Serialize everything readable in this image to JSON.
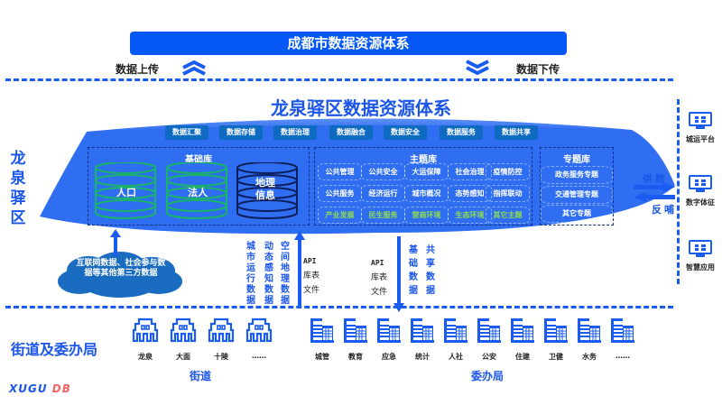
{
  "city": {
    "title": "成都市数据资源体系",
    "upload_label": "数据上传",
    "download_label": "数据下传"
  },
  "district": {
    "title": "龙泉驿区数据资源体系",
    "side_title": "龙泉驿区",
    "capabilities": [
      "数据汇聚",
      "数据存储",
      "数据治理",
      "数据融合",
      "数据安全",
      "数据服务",
      "数据共享"
    ],
    "base_library": {
      "title": "基础库",
      "items": [
        {
          "label": "人口",
          "color": "#19b36a"
        },
        {
          "label": "法人",
          "color": "#19b36a"
        },
        {
          "label": "地理信息",
          "color": "#0d1f5c"
        }
      ]
    },
    "topic_library": {
      "title": "主题库",
      "rows": [
        [
          {
            "label": "公共管理",
            "highlight": false
          },
          {
            "label": "公共安全",
            "highlight": false
          },
          {
            "label": "大运保障",
            "highlight": false
          },
          {
            "label": "社会治理",
            "highlight": false
          },
          {
            "label": "疫情防控",
            "highlight": false
          }
        ],
        [
          {
            "label": "公共服务",
            "highlight": false
          },
          {
            "label": "经济运行",
            "highlight": false
          },
          {
            "label": "城市概况",
            "highlight": false
          },
          {
            "label": "态势感知",
            "highlight": false
          },
          {
            "label": "指挥联动",
            "highlight": false
          }
        ],
        [
          {
            "label": "产业发展",
            "highlight": true
          },
          {
            "label": "民生服务",
            "highlight": true
          },
          {
            "label": "营商环境",
            "highlight": true
          },
          {
            "label": "生态环境",
            "highlight": true
          },
          {
            "label": "其它主题",
            "highlight": true
          }
        ]
      ]
    },
    "special_library": {
      "title": "专题库",
      "items": [
        "政务服务专题",
        "交通管理专题",
        "其它专题"
      ]
    }
  },
  "flows": {
    "supply_label": "供数",
    "feedback_label": "反哺",
    "third_party": "互联网数据、社会参与数据等其他第三方数据",
    "vertical_inputs": [
      "城市运行数据",
      "动态感知数据",
      "空间地理数据"
    ],
    "api_up": [
      "API",
      "库表",
      "文件"
    ],
    "api_down": [
      "API",
      "库表",
      "文件"
    ],
    "shared_outputs": [
      "基础数据",
      "共享数据"
    ]
  },
  "right_apps": [
    {
      "label": "城运平台",
      "icon": "monitor-app-icon"
    },
    {
      "label": "数字体征",
      "icon": "monitor-app-icon"
    },
    {
      "label": "智慧应用",
      "icon": "monitor-app-icon"
    }
  ],
  "bottom": {
    "section_title": "街道及委办局",
    "streets": {
      "group_label": "街道",
      "items": [
        "龙泉",
        "大面",
        "十陵",
        "……"
      ]
    },
    "bureaus": {
      "group_label": "委办局",
      "items": [
        "城管",
        "教育",
        "应急",
        "统计",
        "人社",
        "公安",
        "住建",
        "卫健",
        "水务",
        "……"
      ]
    }
  },
  "brand": {
    "part1": "XUGU",
    "part2": "DB",
    "part1_color": "#1b56e8",
    "part2_color": "#f06565"
  },
  "colors": {
    "primary": "#0558f5",
    "ellipse": "#2f6ef0",
    "ellipse_dark": "#1a5ce8",
    "cap_button": "#0f6bc2"
  }
}
